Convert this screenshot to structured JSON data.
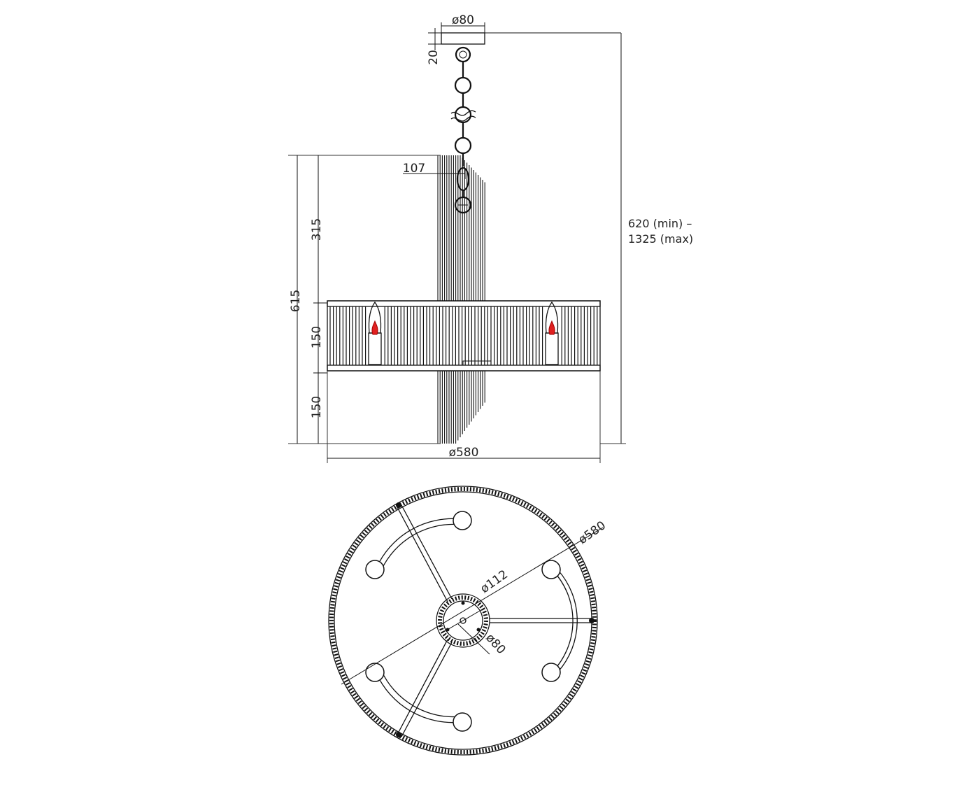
{
  "drawing": {
    "side_view": {
      "canopy_diameter": "ø80",
      "canopy_height": "20",
      "chain_offset": "107",
      "total_body_height": "615",
      "upper_section_height": "315",
      "ring_height": "150",
      "lower_section_height": "150",
      "ring_diameter": "ø580",
      "overall_height_min": "620 (min) –",
      "overall_height_max": "1325 (max)"
    },
    "top_view": {
      "outer_diameter": "ø580",
      "hub_outer_diameter": "ø112",
      "hub_inner_diameter": "ø80",
      "bulb_count": 6
    },
    "colors": {
      "line": "#111111",
      "flame": "#e02020",
      "background": "#ffffff"
    }
  }
}
